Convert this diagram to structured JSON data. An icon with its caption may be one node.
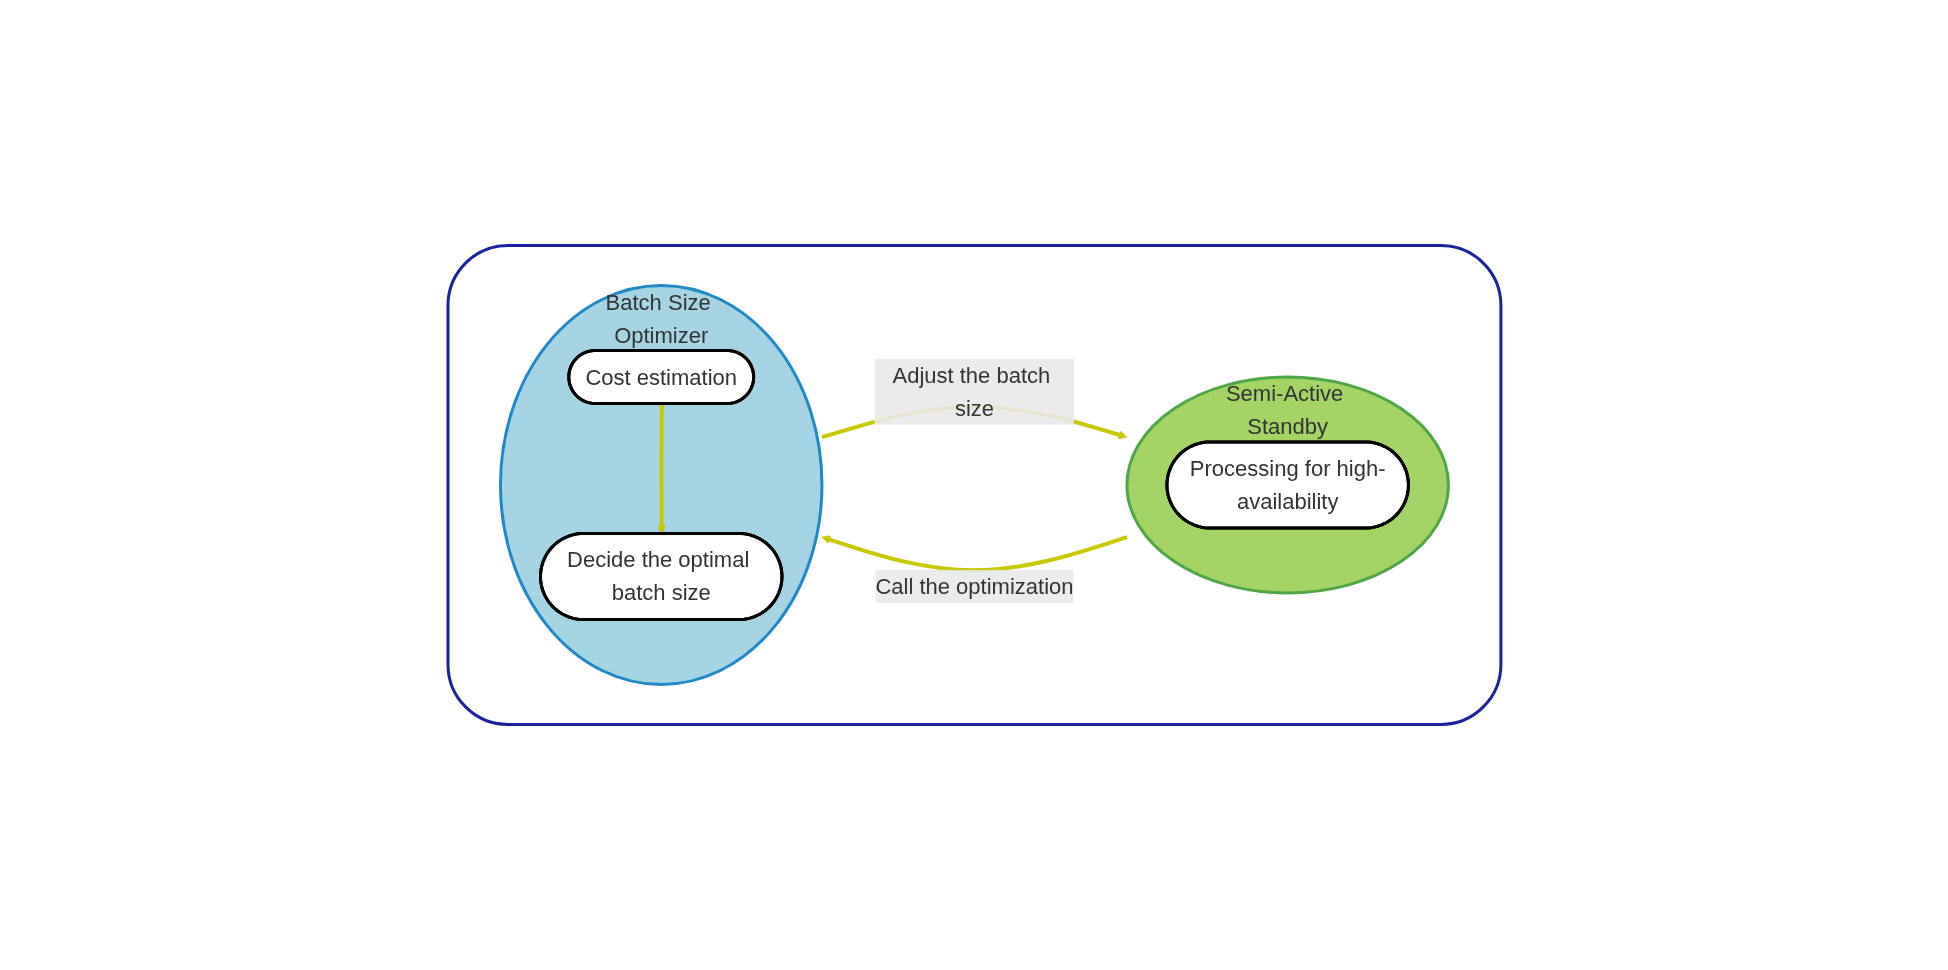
{
  "diagram": {
    "nodes": [
      {
        "text": [],
        "shape": "box"
      },
      {
        "text": [
          "Semi-Active Standby"
        ],
        "in": 0
      },
      {
        "text": [
          "Processing for high-availability"
        ],
        "in": 1
      },
      {
        "text": [
          "Batch Size Optimizer"
        ],
        "in": 0
      },
      {
        "text": [
          "Cost estimation"
        ],
        "in": 3
      },
      {
        "text": [
          "Decide the optimal batch size"
        ],
        "in": 3
      }
    ],
    "edges": [
      {
        "from": 1,
        "to": 3,
        "arrow": "to",
        "label": "Call the optimization"
      },
      {
        "from": 3,
        "to": 1,
        "arrow": "to",
        "label": "Adjust the batch size"
      },
      {
        "from": 4,
        "to": 5,
        "arrow": "to"
      }
    ]
  }
}
